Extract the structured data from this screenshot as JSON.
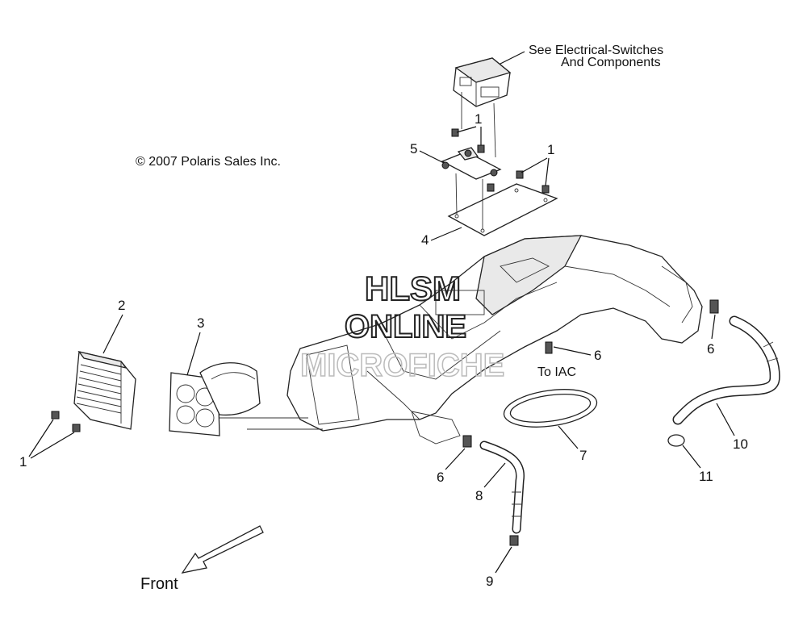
{
  "copyright": "© 2007 Polaris Sales Inc.",
  "references": {
    "electrical_line1": "See Electrical-Switches",
    "electrical_line2": "And Components",
    "iac": "To IAC"
  },
  "front_label": "Front",
  "watermark": {
    "line1": "HLSM",
    "line2": "ONLINE",
    "line3": "MICROFICHE"
  },
  "callouts": {
    "c1_top": "1",
    "c1_right": "1",
    "c1_left": "1",
    "c2": "2",
    "c3": "3",
    "c4": "4",
    "c5": "5",
    "c6_iac": "6",
    "c6_right": "6",
    "c6_bottom": "6",
    "c7": "7",
    "c8": "8",
    "c9": "9",
    "c10": "10",
    "c11": "11"
  }
}
